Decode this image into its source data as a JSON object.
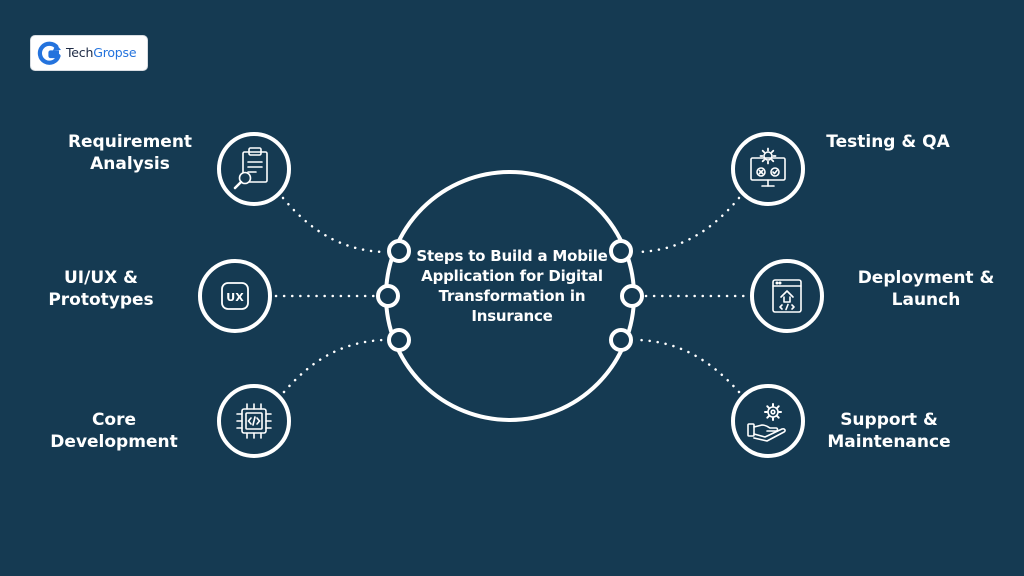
{
  "logo": {
    "text_tech": "Tech",
    "text_gropse": "Gropse",
    "icon": "g-arrow-logo-icon"
  },
  "center": {
    "title": "Steps to Build a Mobile Application for Digital Transformation in Insurance"
  },
  "steps": {
    "requirement": {
      "line1": "Requirement",
      "line2": "Analysis",
      "icon": "clipboard-search-icon"
    },
    "uiux": {
      "line1": "UI/UX &",
      "line2": "Prototypes",
      "icon": "ux-badge-icon",
      "badge": "UX"
    },
    "core": {
      "line1": "Core",
      "line2": "Development",
      "icon": "chip-code-icon"
    },
    "testing": {
      "line1": "Testing & QA",
      "icon": "monitor-gear-icon"
    },
    "deployment": {
      "line1": "Deployment &",
      "line2": "Launch",
      "icon": "browser-upload-icon"
    },
    "support": {
      "line1": "Support &",
      "line2": "Maintenance",
      "icon": "hand-gear-icon"
    }
  },
  "colors": {
    "background": "#153a52",
    "foreground": "#ffffff",
    "brand_blue": "#2473dd"
  }
}
